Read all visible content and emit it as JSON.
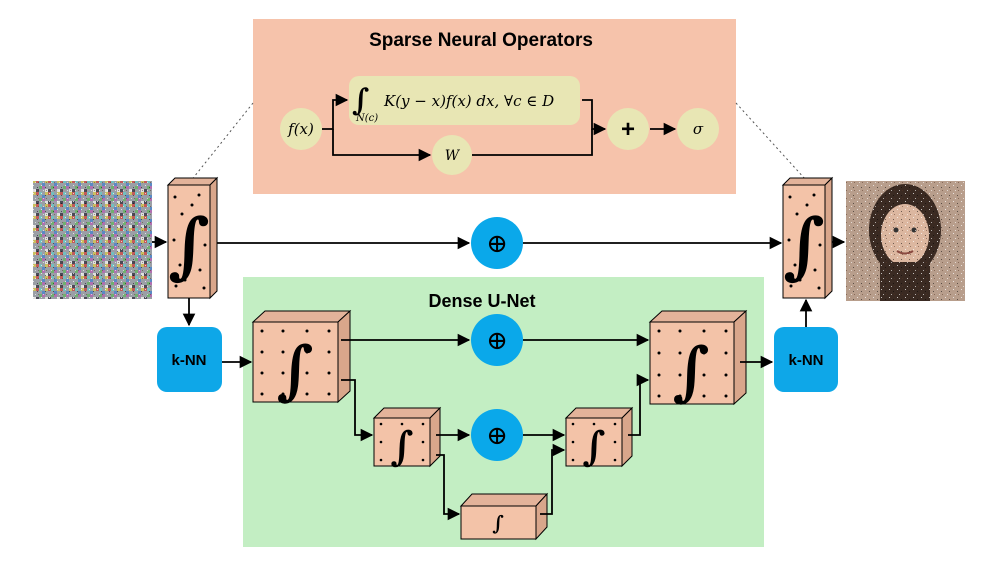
{
  "sno": {
    "title": "Sparse Neural Operators",
    "input": "f(x)",
    "integral_expr": "K(y − x)f(x) dx, ∀c ∈ D",
    "integral_sub": "N(c)",
    "weight": "W",
    "plus": "+",
    "activation": "σ"
  },
  "unet": {
    "title": "Dense U-Net"
  },
  "knn": {
    "left": "k-NN",
    "right": "k-NN"
  },
  "symbols": {
    "integral": "∫",
    "oplus": "⊕"
  },
  "colors": {
    "sno_panel": "#f6c3ab",
    "unet_panel": "#c3eec3",
    "formula_bubble": "#e8e6b4",
    "block_face": "#f3c3a8",
    "block_side": "#d9a68b",
    "knn": "#0ea7e8",
    "oplus": "#0aa8ea"
  },
  "images": {
    "input": "noise-image",
    "output": "face-image"
  }
}
